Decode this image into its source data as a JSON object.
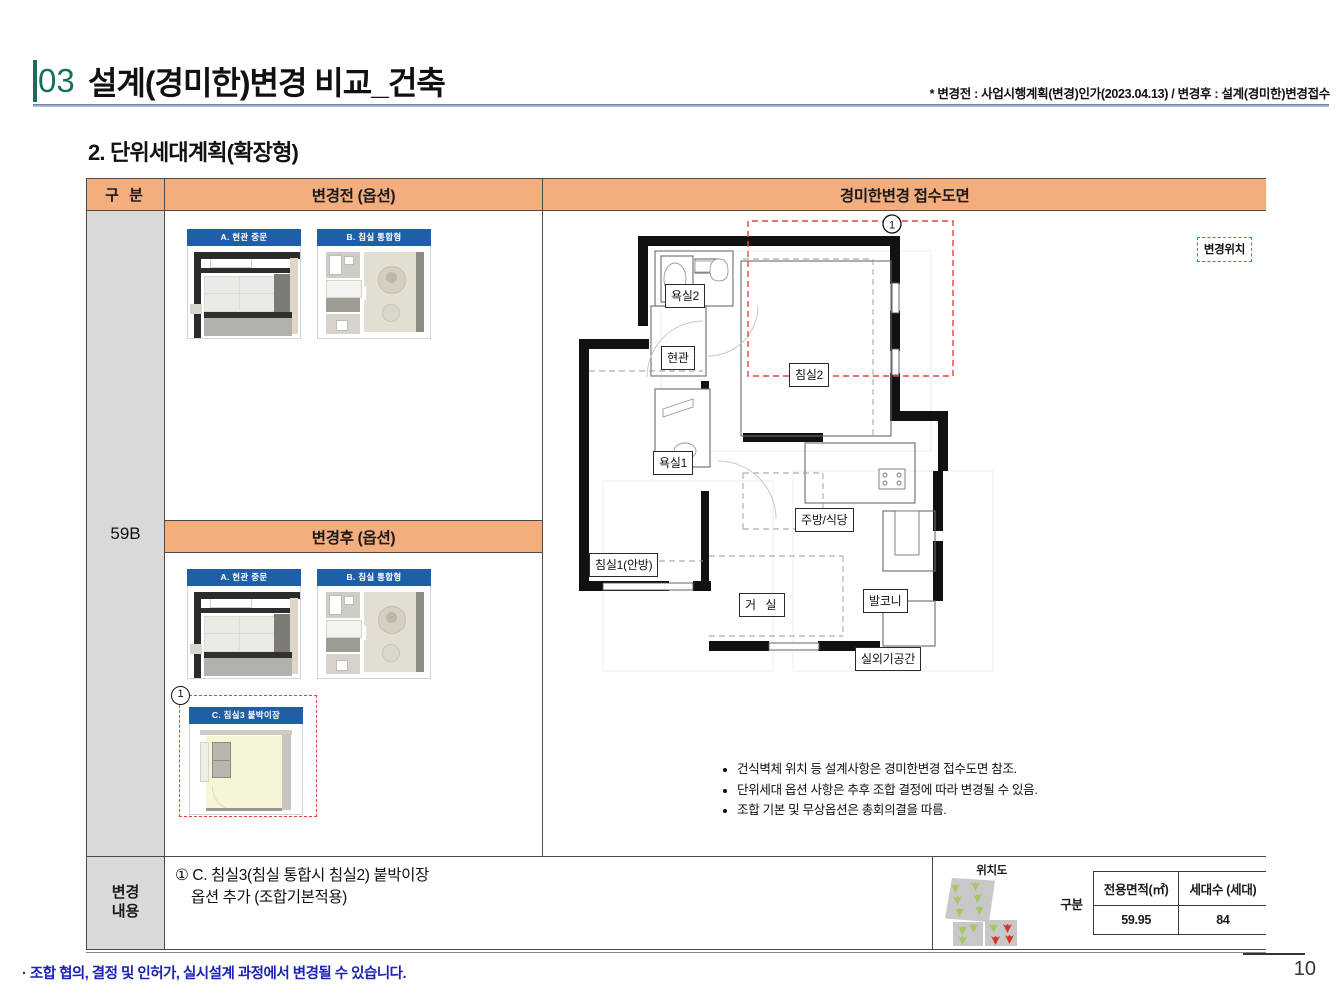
{
  "header": {
    "number": "03",
    "title": "설계(경미한)변경 비교_건축",
    "note": "* 변경전 : 사업시행계획(변경)인가(2023.04.13) / 변경후 : 설계(경미한)변경접수"
  },
  "section_title": "2. 단위세대계획(확장형)",
  "table": {
    "col_gubun": "구 분",
    "col_before": "변경전 (옵션)",
    "col_plan": "경미한변경 접수도면",
    "after_header": "변경후 (옵션)",
    "unit_type": "59B",
    "change_label_line1": "변경",
    "change_label_line2": "내용",
    "change_text_line1": "① C. 침실3(침실 통합시 침실2) 붙박이장",
    "change_text_line2": "옵션 추가 (조합기본적용)"
  },
  "options_before": [
    {
      "caption": "A. 현관 중문"
    },
    {
      "caption": "B. 침실 통합형"
    }
  ],
  "options_after": [
    {
      "caption": "A. 현관 중문"
    },
    {
      "caption": "B. 침실 통합형"
    }
  ],
  "option_c": {
    "caption": "C. 침실3 붙박이장",
    "callout": "1"
  },
  "plan": {
    "badge": "변경위치",
    "callout": "1",
    "rooms": [
      {
        "label": "욕실2"
      },
      {
        "label": "현관"
      },
      {
        "label": "욕실1"
      },
      {
        "label": "침실2"
      },
      {
        "label": "주방/식당"
      },
      {
        "label": "침실1(안방)"
      },
      {
        "label": "거 실"
      },
      {
        "label": "발코니"
      },
      {
        "label": "실외기공간"
      }
    ],
    "notes": [
      "건식벽체 위치 등 설계사항은 경미한변경 접수도면 참조.",
      "단위세대 옵션 사항은 추후 조합 결정에 따라 변경될 수 있음.",
      "조합 기본 및 무상옵션은 총회의결을 따름."
    ]
  },
  "info": {
    "map_title": "위치도",
    "gubun": "구분",
    "col_area": "전용면적(㎡)",
    "col_units": "세대수 (세대)",
    "area_value": "59.95",
    "units_value": "84"
  },
  "footer": {
    "note": "· 조합 협의, 결정 및 인허가, 실시설계 과정에서 변경될 수 있습니다.",
    "page": "10"
  },
  "colors": {
    "accent_orange": "#F4AE7E",
    "header_green": "#18715F",
    "caption_blue": "#1F5FA8",
    "callout_red": "#E8433F",
    "footer_blue": "#1A23B4",
    "gray_cell": "#D9D9D9"
  }
}
